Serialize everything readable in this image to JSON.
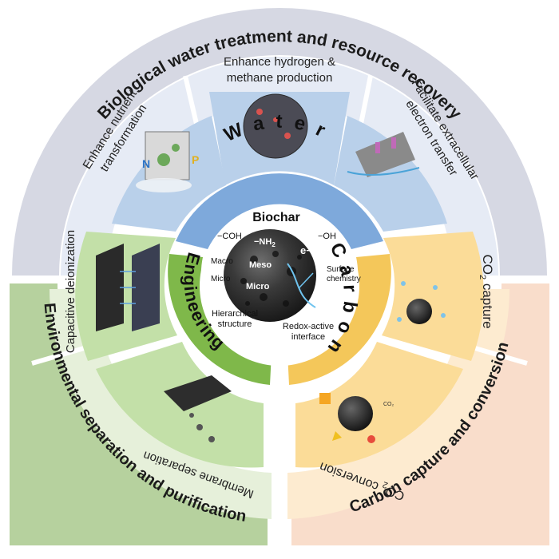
{
  "outer_ring": {
    "top": "Biological water treatment and resource recovery",
    "left": "Environmental separation and purification",
    "right": "Carbon capture and conversion"
  },
  "middle_ring": {
    "top_left": [
      "Enhance nutrient",
      "transformation"
    ],
    "top_center": [
      "Enhance hydrogen &",
      "methane production"
    ],
    "top_right": [
      "Facilitate extracellular",
      "electron transfer"
    ],
    "left_upper": "Capacitive deionization",
    "left_lower": "Membrane separation",
    "right_upper_prefix": "CO",
    "right_upper_sub": "2",
    "right_upper_suffix": " capture",
    "right_lower_prefix": "CO",
    "right_lower_sub": "2",
    "right_lower_suffix": " conversion"
  },
  "inner_ring": {
    "water": "Water",
    "engineering": "Engineering",
    "carbon": "Carbon"
  },
  "icons": {
    "np_nutrient_labels": [
      "N",
      "P"
    ],
    "co2_label": "CO₂"
  },
  "core": {
    "title": "Biochar",
    "coh": "−COH",
    "nh2_prefix": "−NH",
    "nh2_sub": "2",
    "oh": "−OH",
    "electron": "e−",
    "macro": "Macro",
    "micro_left": "Micro",
    "meso": "Meso",
    "micro_center": "Micro",
    "surface": [
      "Surface",
      "chemistry"
    ],
    "hierarchical": [
      "Hierarchical",
      "structure"
    ],
    "redox": [
      "Redox-active",
      "interface"
    ]
  },
  "colors": {
    "outer_top": "#d6d8e3",
    "outer_left": "#b6d19e",
    "outer_right": "#f9ddcb",
    "mid_top": "#e6ebf5",
    "mid_left": "#e6f0da",
    "mid_right": "#fdebd0",
    "panel_top": "#b9d0ea",
    "panel_left": "#c3e0a8",
    "panel_right": "#fbdc98",
    "water": "#7ea9db",
    "engineering": "#7fb84a",
    "carbon": "#f4c75a"
  }
}
